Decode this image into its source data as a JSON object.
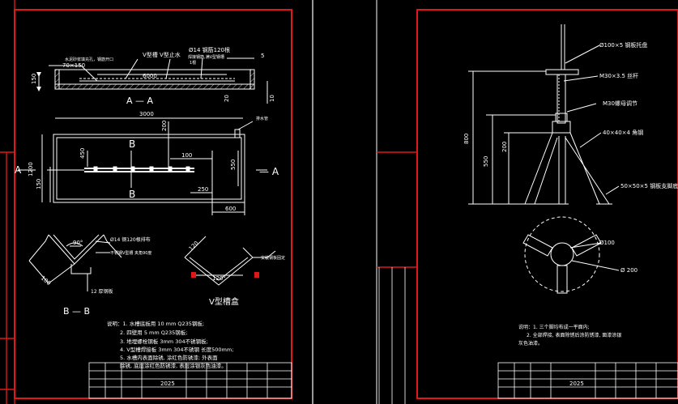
{
  "colors": {
    "frame": "#e01818",
    "line": "#ffffff",
    "hatch": "#c8c8c8",
    "dim": "#ffffff"
  },
  "left_sheet": {
    "section_aa": {
      "label_aa": "A — A",
      "note_opening": "水泥砂浆填充孔，钢筋开口",
      "dim_70x150": "70×150",
      "note_vgroove": "V型槽 V型止水",
      "note_rebar": "Ø14  钢筋120根",
      "note_weld": "焊接钢筋,满V型钢槽",
      "note_weld2": "1根",
      "dim_5": "5",
      "dim_6000": "6000",
      "dim_150": "150",
      "dim_20": "20",
      "dim_10": "10"
    },
    "plan": {
      "dim_3000": "3000",
      "dim_200": "200",
      "dim_450": "450",
      "dim_100": "100",
      "dim_550": "550",
      "dim_1200": "1200",
      "dim_150": "150",
      "dim_250": "250",
      "dim_600": "600",
      "label_a_left": "A",
      "label_a_right": "— A",
      "label_b_top": "B",
      "label_b_bottom": "B",
      "note_pipe": "排水管"
    },
    "section_bb": {
      "label": "B — B",
      "angle": "90°",
      "dim_100": "100",
      "note_rebar": "Ø14  钢120根排布",
      "note_steel": "不锈钢V型槽 夹角90度",
      "note_12": "12  厚钢板"
    },
    "vgroove": {
      "title": "V型槽盒",
      "angle": "120°",
      "dim_120": "120",
      "note": "安装钢板固定"
    },
    "notes": [
      "说明：1. 水槽底板用 10 mm Q235钢板;",
      "2. 四壁用 5  mm  Q235钢板;",
      "3. 地埋螺栓钢板 3mm 304不锈钢板;",
      "4. V型槽焊接板 3mm 304不锈钢  长度500mm;",
      "5. 水槽内表面除锈, 涂红色防锈漆; 外表面",
      "除锈, 底层涂红色防锈漆, 表层涂银灰色油漆。"
    ],
    "title_block_no": "2025"
  },
  "right_sheet": {
    "labels": {
      "plate": "Ø100×5 钢板托盘",
      "rod": "M30×3.5 丝杆",
      "nut": "M30螺母调节",
      "angle": "40×40×4 角钢",
      "foot": "50×50×5 钢板支脚底"
    },
    "dims": {
      "h800": "800",
      "h550": "550",
      "h200": "200",
      "d100": "Ø100",
      "d200": "Ø 200"
    },
    "notes": [
      "说明：1. 三个脚均布成一平面内;",
      "2. 全部焊接, 表面除锈后涂防锈漆, 面漆涂银",
      "灰色油漆。"
    ],
    "title_block_no": "2025"
  }
}
